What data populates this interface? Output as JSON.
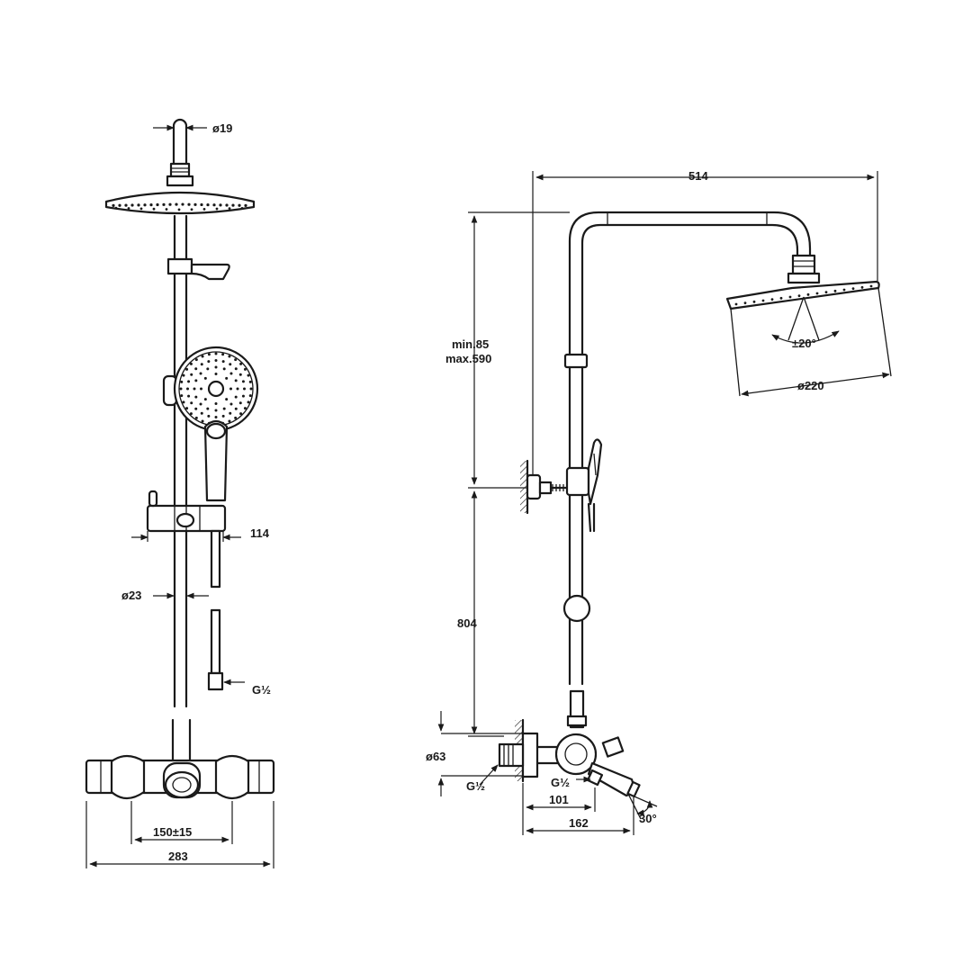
{
  "dimensions": {
    "front": {
      "arm_diameter": "ø19",
      "slider_offset": "114",
      "rail_diameter": "ø23",
      "thread_hose": "G½",
      "inlet_spacing": "150±15",
      "mixer_width": "283"
    },
    "side": {
      "arm_reach": "514",
      "height_adjust_min": "min.85",
      "height_adjust_max": "max.590",
      "head_tilt": "±20°",
      "head_diameter": "ø220",
      "mount_height": "804",
      "escutcheon_diameter": "ø63",
      "thread_inlet": "G½",
      "thread_outlet": "G½",
      "spout_reach_short": "101",
      "spout_reach_long": "162",
      "spout_angle": "30°"
    }
  },
  "colors": {
    "line": "#1a1a1a",
    "background": "#ffffff"
  }
}
